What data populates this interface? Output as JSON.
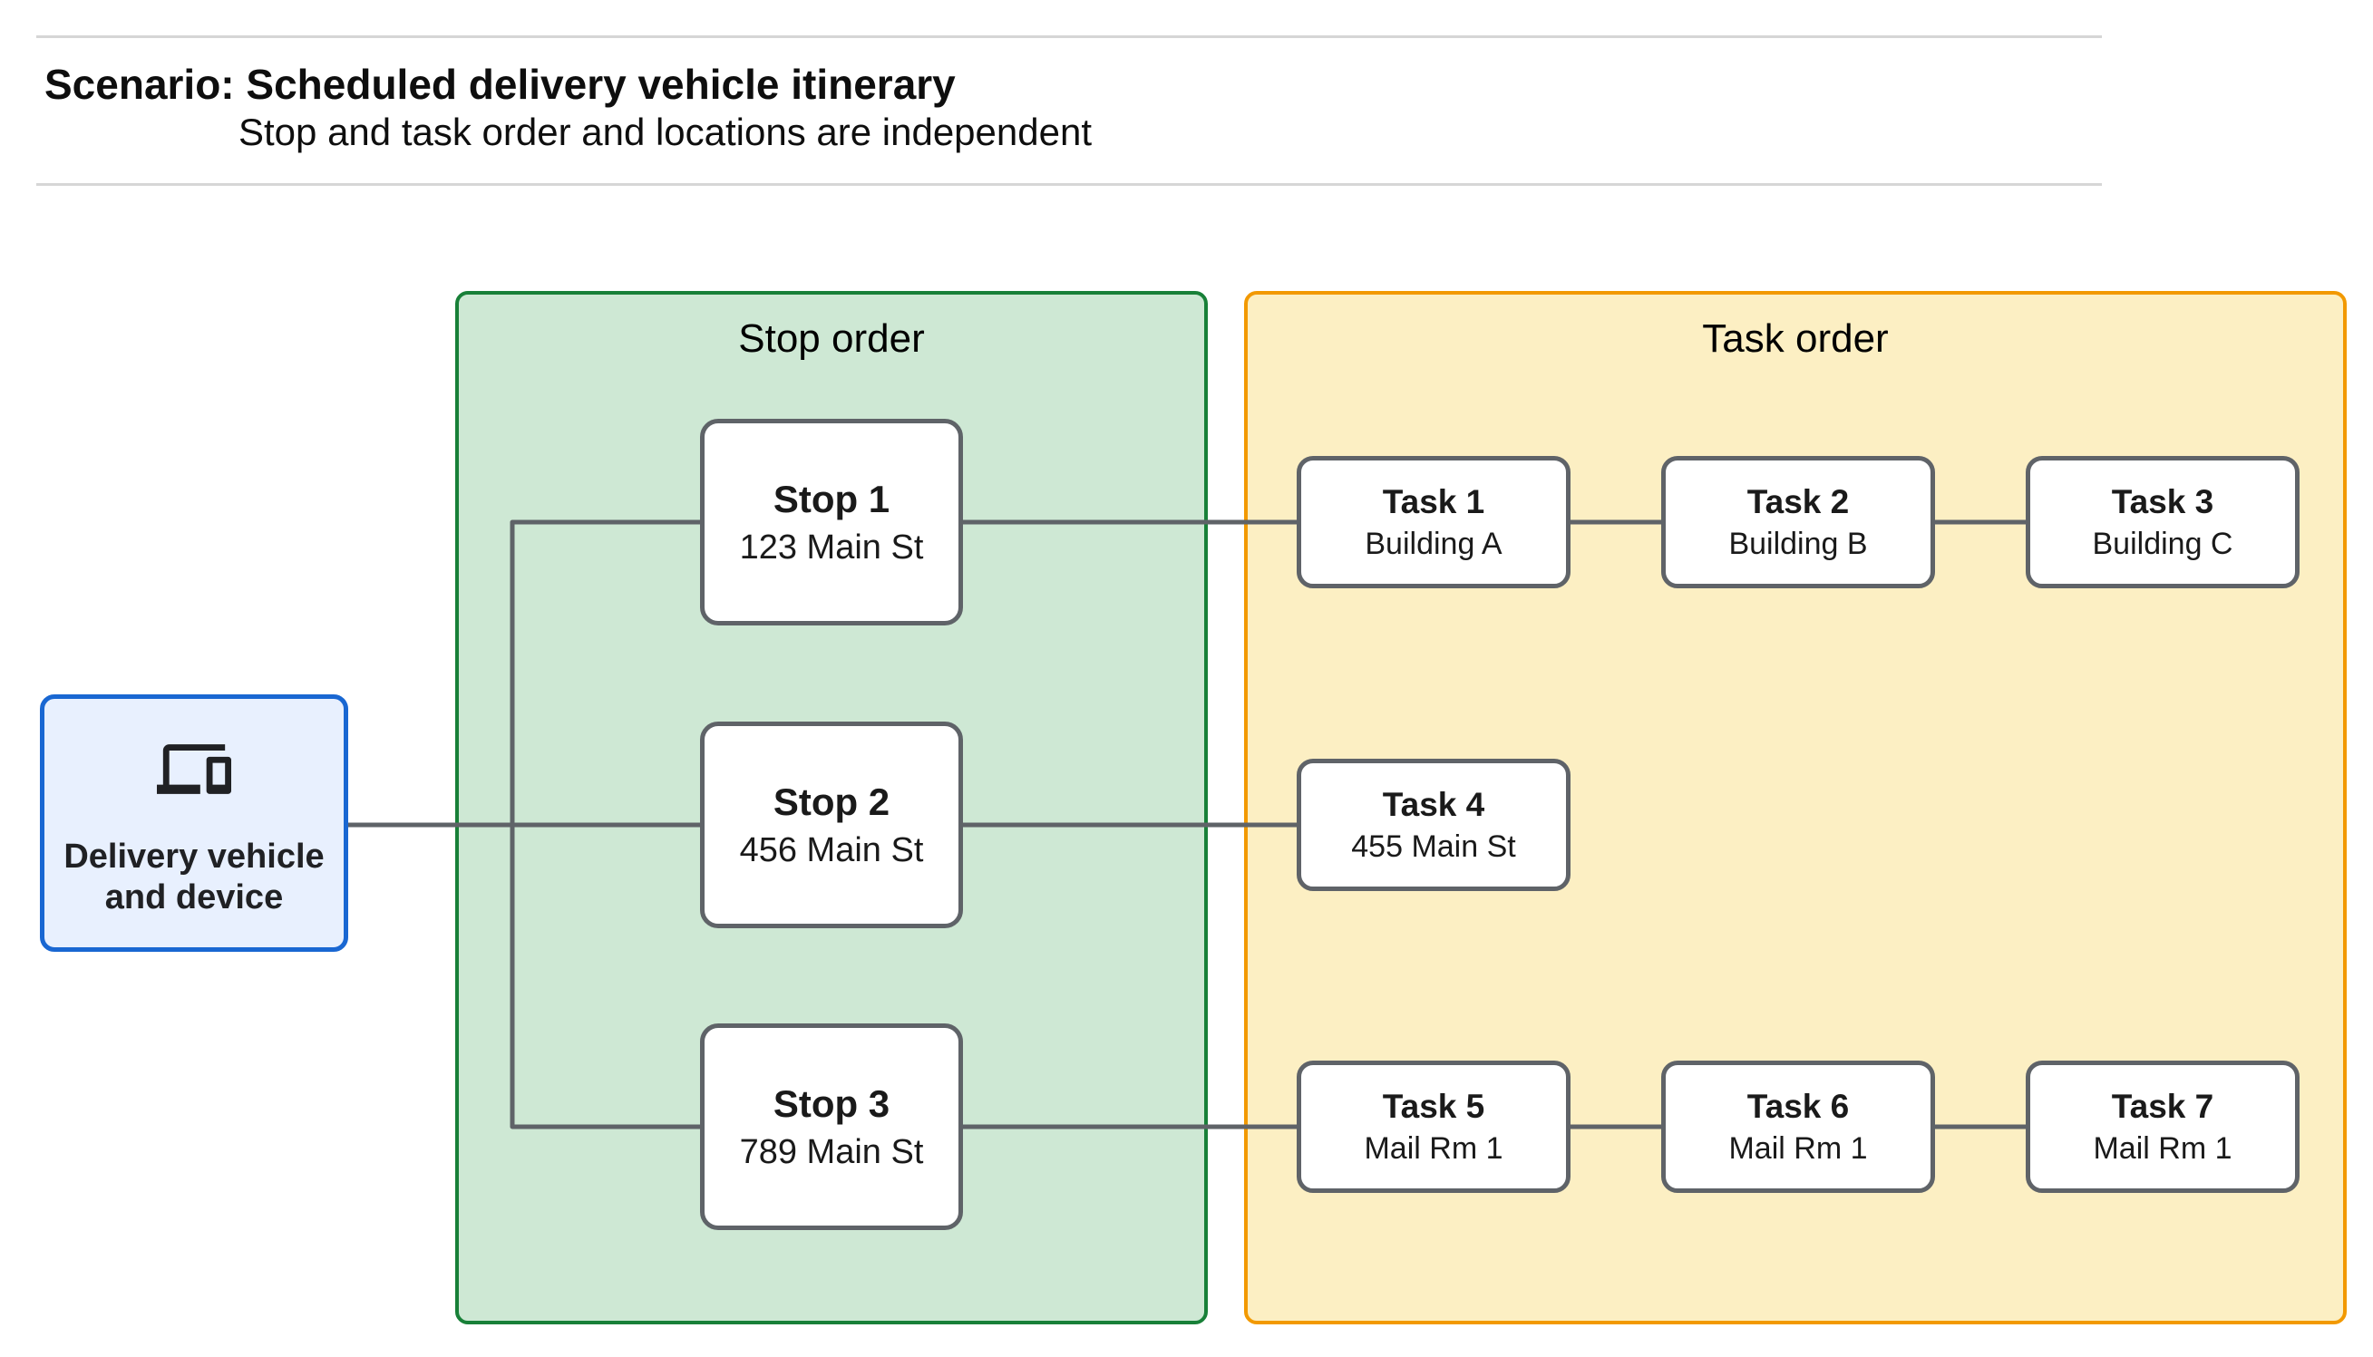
{
  "header": {
    "title": "Scenario: Scheduled delivery vehicle itinerary",
    "subtitle": "Stop and task order and locations are independent"
  },
  "vehicle": {
    "icon": "devices-icon",
    "label_line1": "Delivery vehicle",
    "label_line2": "and device"
  },
  "stop_group": {
    "title": "Stop order",
    "stops": [
      {
        "name": "Stop 1",
        "location": "123 Main St"
      },
      {
        "name": "Stop 2",
        "location": "456 Main St"
      },
      {
        "name": "Stop 3",
        "location": "789 Main St"
      }
    ]
  },
  "task_group": {
    "title": "Task order",
    "tasks": [
      {
        "name": "Task 1",
        "location": "Building A"
      },
      {
        "name": "Task 2",
        "location": "Building B"
      },
      {
        "name": "Task 3",
        "location": "Building C"
      },
      {
        "name": "Task 4",
        "location": "455 Main St"
      },
      {
        "name": "Task 5",
        "location": "Mail Rm 1"
      },
      {
        "name": "Task 6",
        "location": "Mail Rm 1"
      },
      {
        "name": "Task 7",
        "location": "Mail Rm 1"
      }
    ]
  },
  "colors": {
    "stop_group_fill": "#cee8d4",
    "stop_group_border": "#188038",
    "task_group_fill": "#fcefc3",
    "task_group_border": "#f29900",
    "vehicle_fill": "#e8f0fe",
    "vehicle_border": "#1967d2",
    "node_border": "#5f6368",
    "connector": "#5f6368",
    "header_rule": "#d6d6d6"
  }
}
